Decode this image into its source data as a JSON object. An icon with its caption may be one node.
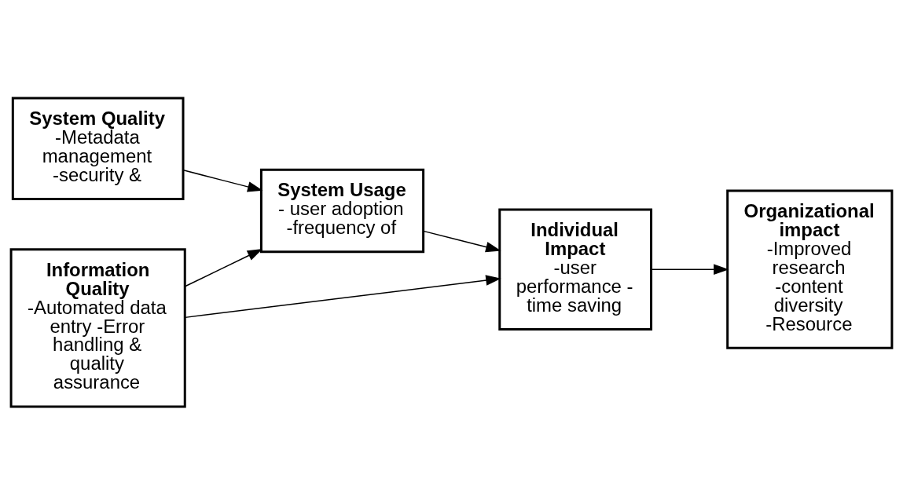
{
  "diagram": {
    "nodes": [
      {
        "text": [
          "System Quality",
          "-Metadata management",
          "-security &"
        ]
      },
      {
        "text": [
          "System Usage",
          "- user adoption -frequency of"
        ]
      },
      {
        "text": [
          "Information Quality",
          "-Automated data entry -Error handling & quality assurance"
        ]
      },
      {
        "text": [
          "Individual Impact",
          "-user performance - time saving"
        ]
      },
      {
        "text": [
          "Organizational impact",
          "-Improved research -content diversity -Resource"
        ]
      }
    ],
    "edges": [
      {
        "from": 0,
        "to": 1,
        "arrow": "to"
      },
      {
        "from": 2,
        "to": 1,
        "arrow": "to"
      },
      {
        "from": 2,
        "to": 3,
        "arrow": "to"
      },
      {
        "from": 1,
        "to": 3,
        "arrow": "to"
      },
      {
        "from": 3,
        "to": 4,
        "arrow": "to"
      }
    ]
  }
}
